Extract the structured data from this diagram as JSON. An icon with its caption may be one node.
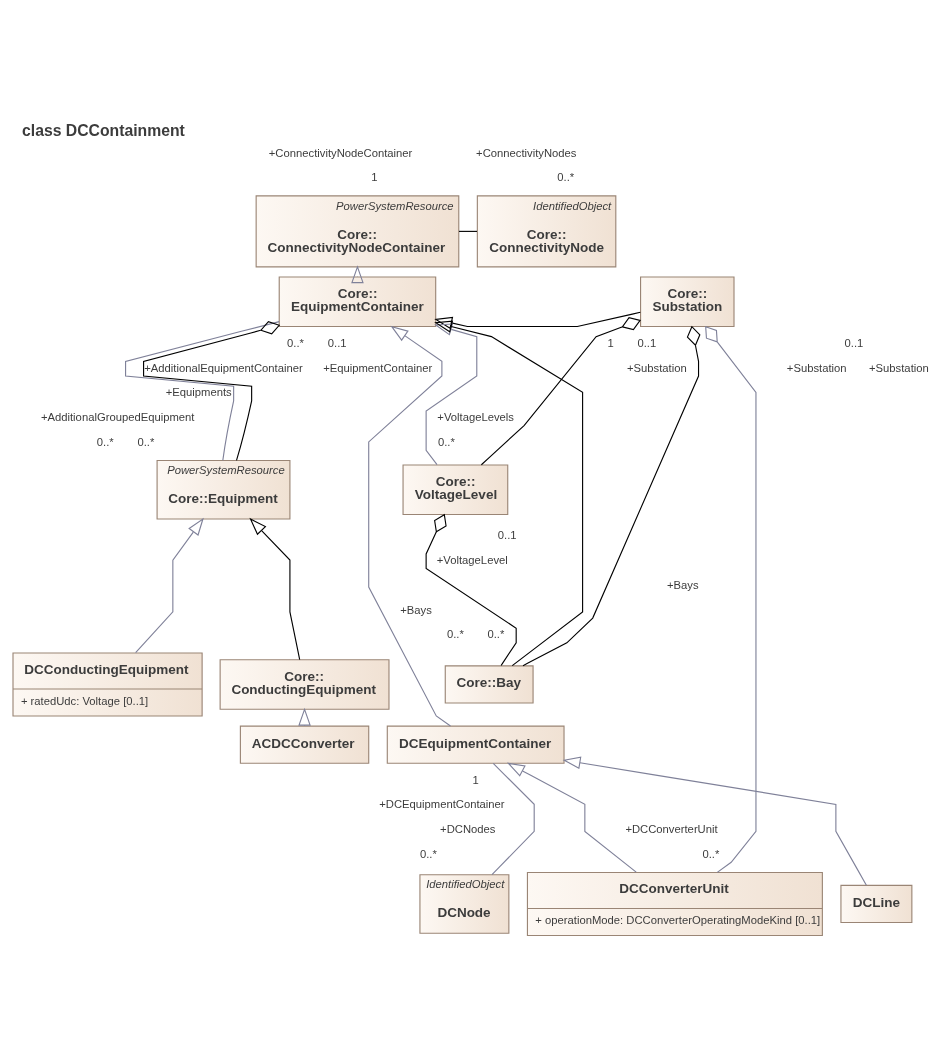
{
  "diagram": {
    "title": "class DCContainment",
    "nodes": [
      {
        "text": [
          "PowerSystemResource",
          "Core:: ConnectivityNodeContainer"
        ]
      },
      {
        "text": [
          "IdentifiedObject",
          "Core:: ConnectivityNode"
        ]
      },
      {
        "text": [
          "Core:: EquipmentContainer"
        ]
      },
      {
        "text": [
          "Core:: Substation"
        ]
      },
      {
        "text": [
          "Core:: VoltageLevel"
        ]
      },
      {
        "text": [
          "PowerSystemResource",
          "Core::Equipment"
        ]
      },
      {
        "text": [
          "DCConductingEquipment",
          "+ ratedUdc: Voltage [0..1]"
        ]
      },
      {
        "text": [
          "Core:: ConductingEquipment"
        ]
      },
      {
        "text": [
          "Core::Bay"
        ]
      },
      {
        "text": [
          "ACDCConverter"
        ]
      },
      {
        "text": [
          "DCEquipmentContainer"
        ]
      },
      {
        "text": [
          "IdentifiedObject",
          "DCNode"
        ]
      },
      {
        "text": [
          "DCLine"
        ]
      },
      {
        "text": [
          "DCConverterUnit",
          "+ operationMode: DCConverterOperatingModeKind [0..1]"
        ]
      }
    ],
    "edges": [
      {
        "from": 0,
        "to": 1,
        "arrow": "none",
        "color": "#000000"
      },
      {
        "from": 2,
        "to": 0,
        "arrow": "to",
        "color": "#7f8199"
      },
      {
        "from": 3,
        "to": 2,
        "arrow": "to",
        "color": "#000000"
      },
      {
        "from": 4,
        "to": 2,
        "arrow": "to",
        "color": "#7f8199"
      },
      {
        "from": 8,
        "to": 2,
        "arrow": "to",
        "color": "#000000"
      },
      {
        "from": 10,
        "to": 2,
        "arrow": "to",
        "color": "#7f8199"
      },
      {
        "from": 5,
        "to": 2,
        "arrow": "none",
        "color": "#7f8199"
      },
      {
        "from": 5,
        "to": 2,
        "arrow": "other",
        "color": "#000000"
      },
      {
        "from": 4,
        "to": 3,
        "arrow": "other",
        "color": "#000000"
      },
      {
        "from": 8,
        "to": 3,
        "arrow": "other",
        "color": "#000000"
      },
      {
        "from": 13,
        "to": 3,
        "arrow": "other",
        "color": "#7f8199"
      },
      {
        "from": 8,
        "to": 4,
        "arrow": "other",
        "color": "#000000"
      },
      {
        "from": 6,
        "to": 5,
        "arrow": "to",
        "color": "#7f8199"
      },
      {
        "from": 7,
        "to": 5,
        "arrow": "to",
        "color": "#000000"
      },
      {
        "from": 9,
        "to": 7,
        "arrow": "to",
        "color": "#7f8199"
      },
      {
        "from": 11,
        "to": 10,
        "arrow": "none",
        "color": "#7f8199"
      },
      {
        "from": 13,
        "to": 10,
        "arrow": "to",
        "color": "#7f8199"
      },
      {
        "from": 12,
        "to": 10,
        "arrow": "to",
        "color": "#7f8199"
      }
    ],
    "labels": [
      "+ConnectivityNodeContainer",
      "+ConnectivityNodes",
      "1",
      "0..*",
      "+Substation",
      "0..1",
      "+Substation",
      "1",
      "0..1",
      "+AdditionalEquipmentContainer",
      "0..*",
      "+Substation",
      "0..1",
      "+EquipmentContainer",
      "+VoltageLevels",
      "0..*",
      "+Equipments",
      "+AdditionalGroupedEquipment",
      "0..*",
      "0..*",
      "0..1",
      "+VoltageLevel",
      "+Bays",
      "+Bays",
      "0..*",
      "0..*",
      "+DCEquipmentContainer",
      "1",
      "+DCNodes",
      "0..*",
      "0..*",
      "+DCConverterUnit"
    ]
  }
}
